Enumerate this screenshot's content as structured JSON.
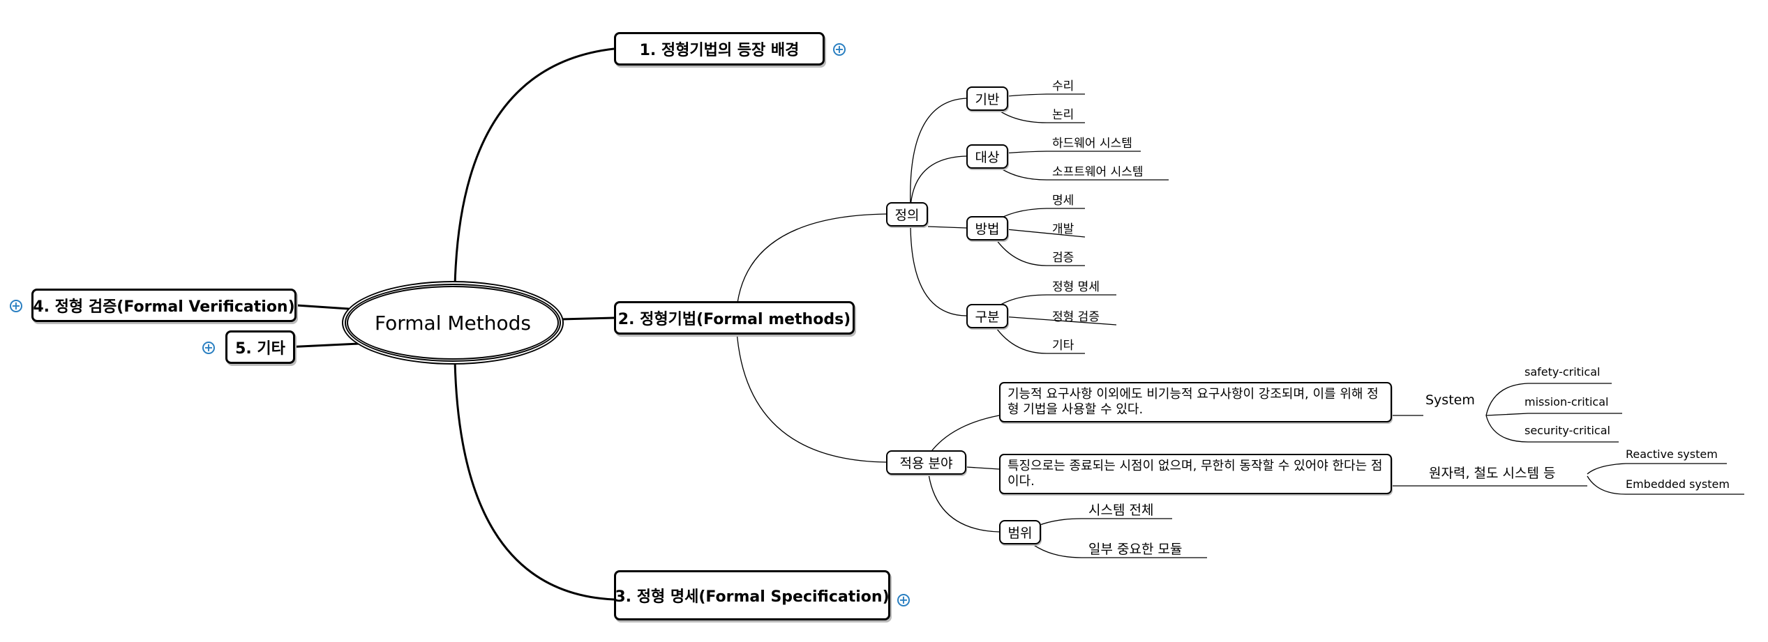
{
  "central": "Formal Methods",
  "branches": {
    "b1": "1. 정형기법의 등장 배경",
    "b2": "2. 정형기법(Formal methods)",
    "b3": "3. 정형 명세(Formal Specification)",
    "b4": "4. 정형 검증(Formal Verification)",
    "b5": "5. 기타"
  },
  "expand_icon": "+",
  "definition": {
    "label": "정의",
    "groups": [
      {
        "label": "기반",
        "leaves": [
          "수리",
          "논리"
        ]
      },
      {
        "label": "대상",
        "leaves": [
          "하드웨어 시스템",
          "소프트웨어 시스템"
        ]
      },
      {
        "label": "방법",
        "leaves": [
          "명세",
          "개발",
          "검증"
        ]
      },
      {
        "label": "구분",
        "leaves": [
          "정형 명세",
          "정형 검증",
          "기타"
        ]
      }
    ]
  },
  "application": {
    "label": "적용 분야",
    "box1": "기능적 요구사항 이외에도 비기능적 요구사항이 강조되며, 이를 위해 정형 기법을 사용할 수 있다.",
    "box1_child": "System",
    "box1_leaves": [
      "safety-critical",
      "mission-critical",
      "security-critical"
    ],
    "box2": "특징으로는 종료되는 시점이 없으며, 무한히 동작할 수 있어야 한다는 점이다.",
    "box2_child": "원자력, 철도 시스템 등",
    "box2_leaves": [
      "Reactive system",
      "Embedded system"
    ],
    "scope": {
      "label": "범위",
      "leaves": [
        "시스템 전체",
        "일부 중요한 모듈"
      ]
    }
  }
}
